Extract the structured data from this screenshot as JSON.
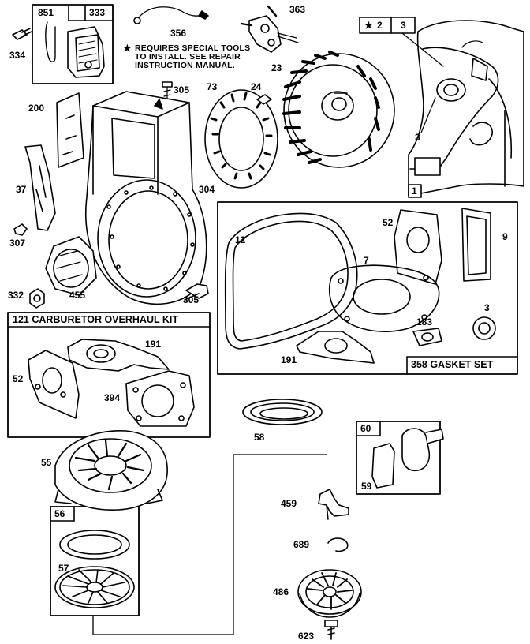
{
  "parts": {
    "p851": "851",
    "p333": "333",
    "p334": "334",
    "p356": "356",
    "p363": "363",
    "p2": "2",
    "p3a": "3",
    "p23": "23",
    "p305a": "305",
    "p73": "73",
    "p24": "24",
    "p200": "200",
    "p3b": "3",
    "p1": "1",
    "p37": "37",
    "p304": "304",
    "p307": "307",
    "p12": "12",
    "p52a": "52",
    "p9": "9",
    "p7": "7",
    "p332": "332",
    "p455": "455",
    "p305b": "305",
    "p3c": "3",
    "p183": "183",
    "p191a": "191",
    "p191b": "191",
    "p52b": "52",
    "p394": "394",
    "p58": "58",
    "p60": "60",
    "p59": "59",
    "p55": "55",
    "p459": "459",
    "p56": "56",
    "p689": "689",
    "p57": "57",
    "p486": "486",
    "p623": "623"
  },
  "note": {
    "star": "★",
    "line1": "REQUIRES SPECIAL TOOLS",
    "line2": "TO INSTALL.  SEE REPAIR",
    "line3": "INSTRUCTION MANUAL."
  },
  "kits": {
    "carburetor": "121 CARBURETOR OVERHAUL KIT",
    "gasket": "358 GASKET SET"
  },
  "tags": {
    "star": "★"
  }
}
